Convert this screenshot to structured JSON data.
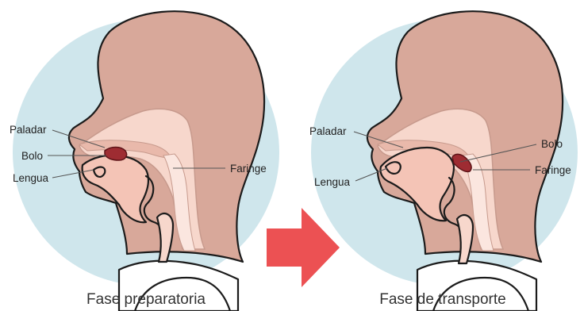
{
  "colors": {
    "circle_bg": "#cfe6ec",
    "head_fill": "#d8a89a",
    "cavity_fill": "#f7d7cc",
    "inner_fill": "#fbe6df",
    "bolus": "#9e2c32",
    "arrow": "#ec5153",
    "outline": "#1b1b1b"
  },
  "left_panel": {
    "caption": "Fase preparatoria",
    "labels": {
      "palate": "Paladar",
      "bolus": "Bolo",
      "tongue": "Lengua",
      "pharynx": "Faringe"
    }
  },
  "right_panel": {
    "caption": "Fase de transporte",
    "labels": {
      "palate": "Paladar",
      "bolus": "Bolo",
      "tongue": "Lengua",
      "pharynx": "Faringe"
    }
  },
  "arrow": {
    "icon": "right-arrow-icon",
    "direction": "right"
  }
}
